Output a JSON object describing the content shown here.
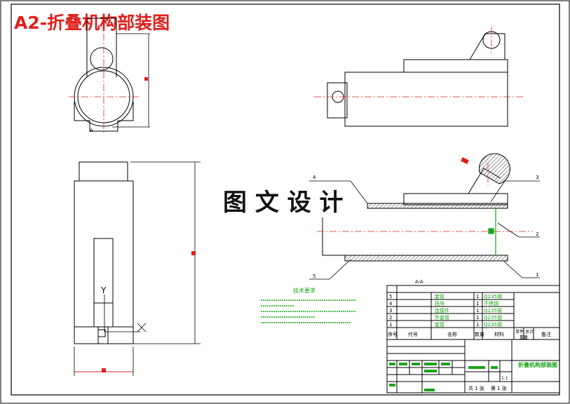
{
  "title": "A2-折叠机构部装图",
  "watermark": "图 文 设 计",
  "colors": {
    "title": "#e0201c",
    "green": "#1aa31a",
    "center": "#e0201c",
    "line": "#000000"
  },
  "views": {
    "front_label": "A",
    "side_axis_y": "Y",
    "side_axis_x": "X",
    "section_label": "A-A"
  },
  "balloons": [
    "4",
    "3",
    "2",
    "5",
    "1"
  ],
  "notes_title": "技术要求",
  "parts_rows": [
    {
      "no": "5",
      "name": "套管",
      "qty": "1",
      "material": "Q235钢"
    },
    {
      "no": "4",
      "name": "挡块",
      "qty": "1",
      "material": "不锈钢"
    },
    {
      "no": "3",
      "name": "连接件",
      "qty": "1",
      "material": "Q235钢"
    },
    {
      "no": "2",
      "name": "外套管",
      "qty": "1",
      "material": "Q235钢"
    },
    {
      "no": "1",
      "name": "套管",
      "qty": "1",
      "material": "Q235钢"
    }
  ],
  "parts_header": {
    "no": "序号",
    "code": "代号",
    "name": "名称",
    "qty": "数量",
    "material": "材料",
    "unit_weight": "单件",
    "total_weight": "总计",
    "weight": "重量",
    "remark": "备注"
  },
  "title_block": {
    "drawing_name": "折叠机构部装图",
    "scale": "1:1",
    "sheet_total": "共 1 张",
    "sheet_no": "第 1 张"
  }
}
